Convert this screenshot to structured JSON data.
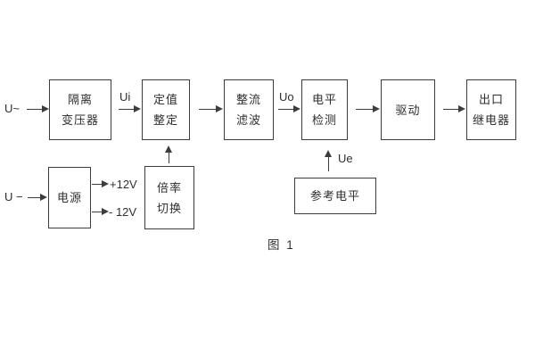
{
  "figure": {
    "caption": "图 1",
    "inputs": {
      "ac_label": "U~",
      "dc_label": "U −"
    },
    "signal_labels": {
      "ui": "Ui",
      "uo": "Uo",
      "ue": "Ue",
      "plus_12v": "+12V",
      "minus_12v": "- 12V"
    },
    "blocks": {
      "isolation_transformer": {
        "line1": "隔离",
        "line2": "变压器"
      },
      "setting_adjustment": {
        "line1": "定值",
        "line2": "整定"
      },
      "rectifier_filter": {
        "line1": "整流",
        "line2": "滤波"
      },
      "level_detection": {
        "line1": "电平",
        "line2": "检测"
      },
      "drive": {
        "label": "驱动"
      },
      "output_relay": {
        "line1": "出口",
        "line2": "继电器"
      },
      "power_supply": {
        "label": "电源"
      },
      "ratio_switching": {
        "line1": "倍率",
        "line2": "切换"
      },
      "reference_level": {
        "label": "参考电平"
      }
    },
    "colors": {
      "line": "#3c3c3c",
      "text": "#2f2f2f",
      "background": "#ffffff"
    }
  }
}
